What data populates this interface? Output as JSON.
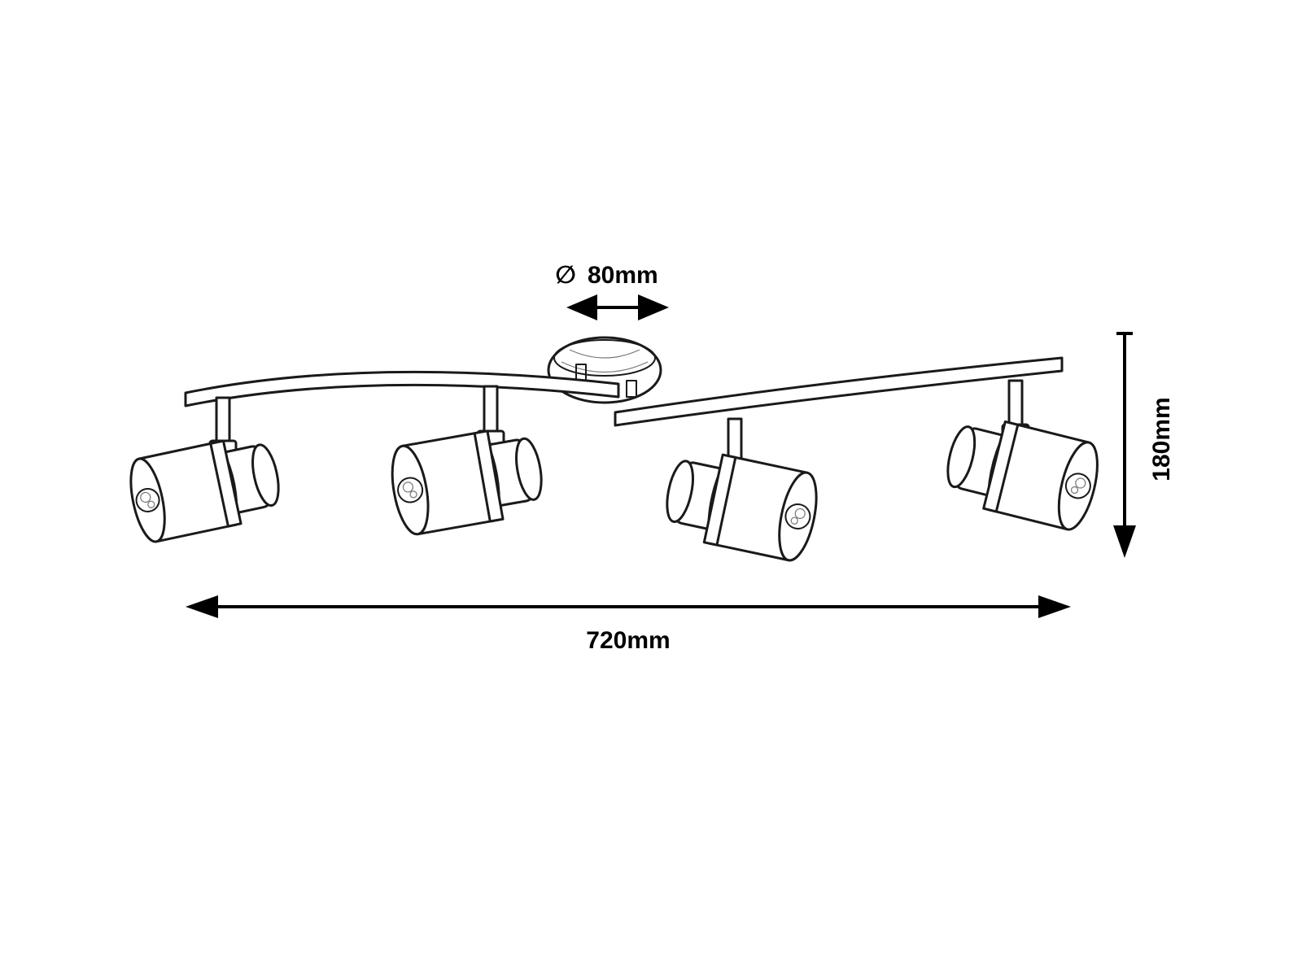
{
  "dimensions": {
    "canopy_diameter": {
      "symbol": "∅",
      "value": "80mm"
    },
    "height": {
      "value": "180mm"
    },
    "width": {
      "value": "720mm"
    }
  },
  "fixture": {
    "spot_count": 4
  },
  "colors": {
    "line": "#1a1a1a",
    "dimension": "#000000",
    "background": "#ffffff"
  }
}
